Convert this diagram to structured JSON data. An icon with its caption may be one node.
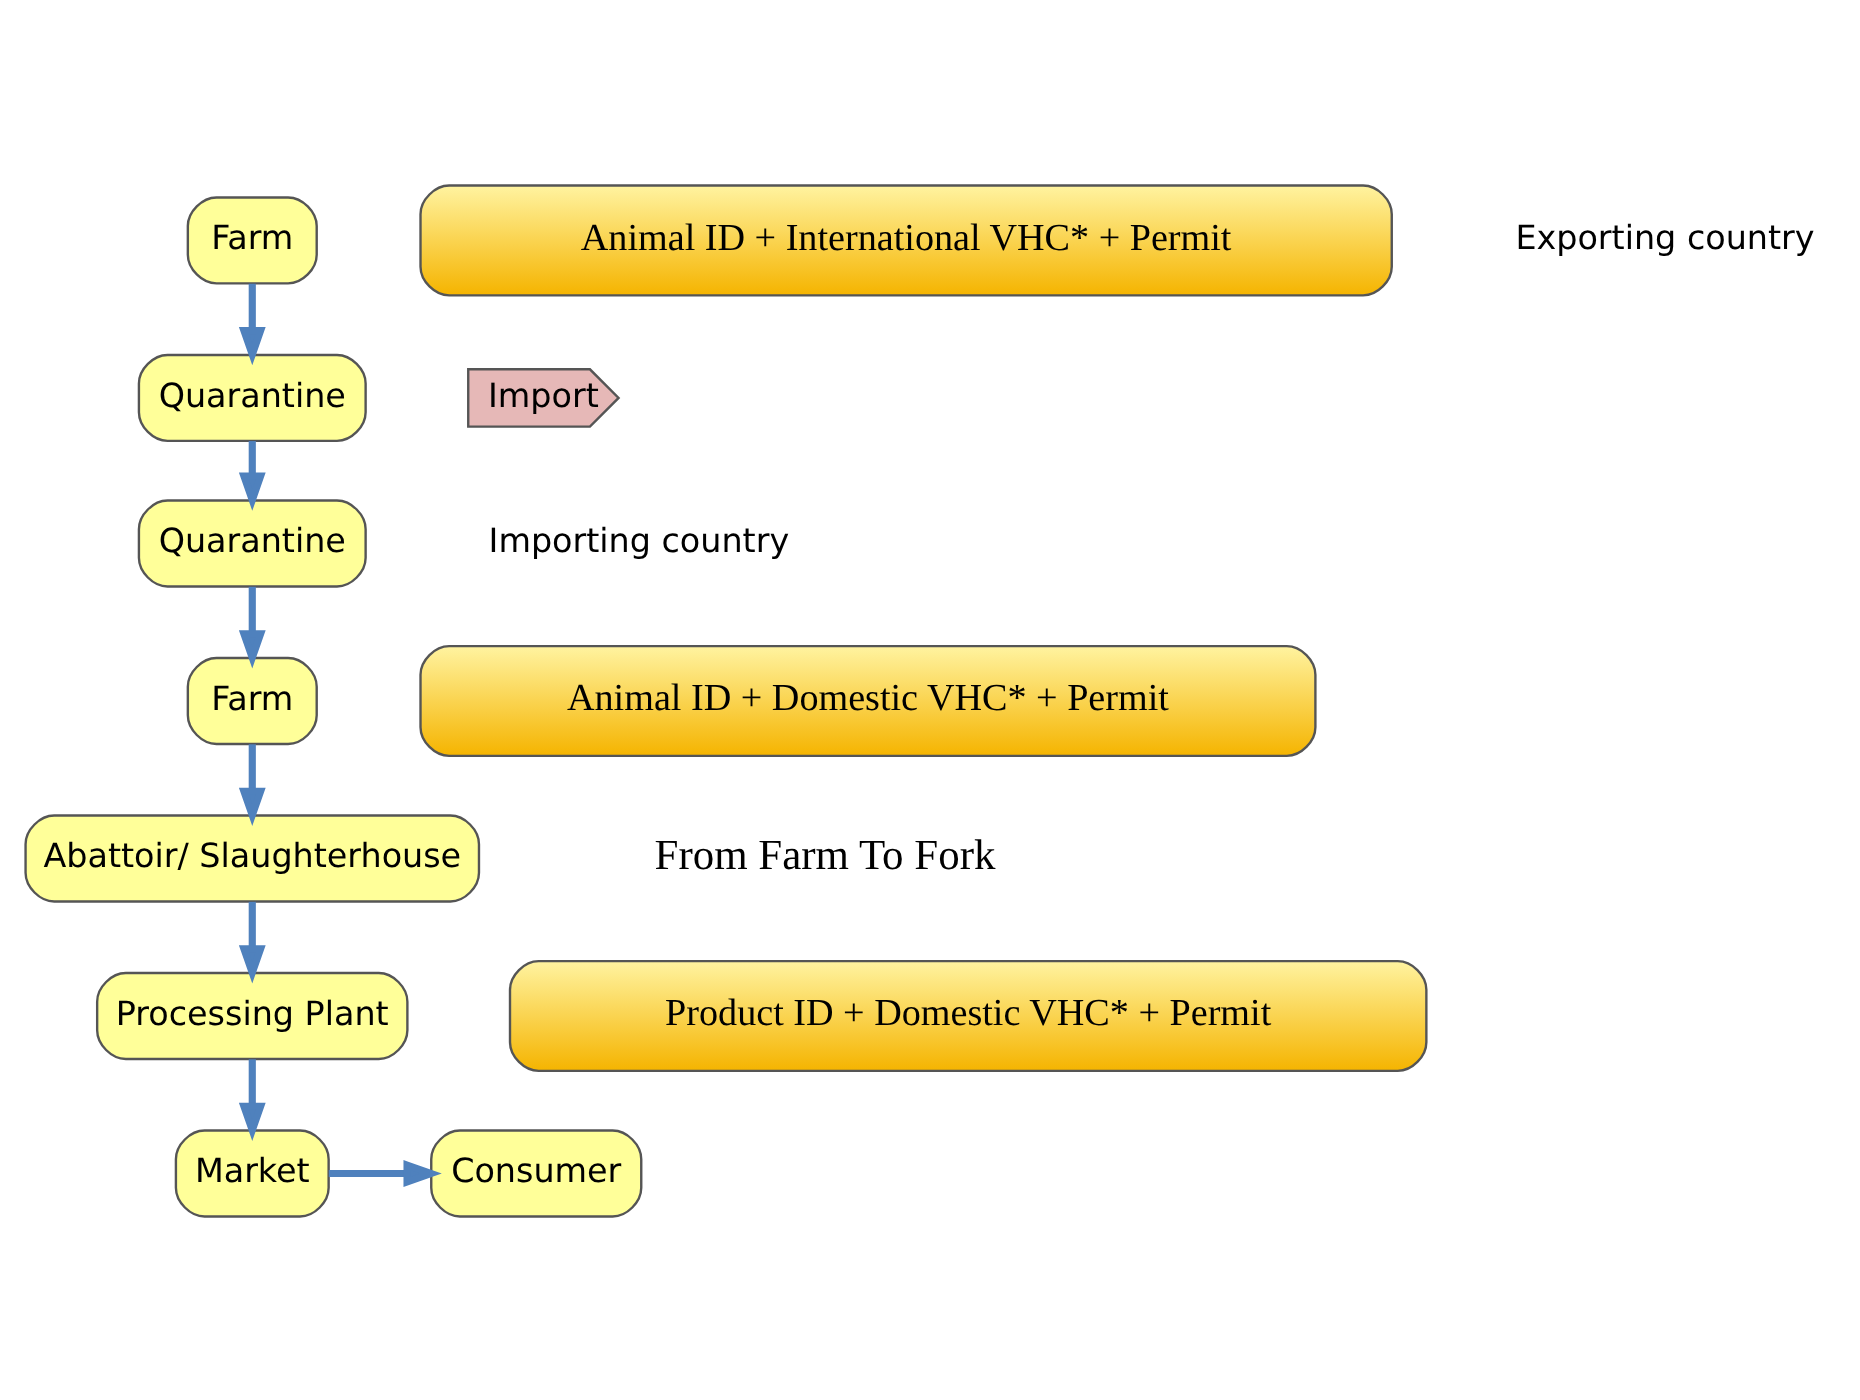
{
  "diagram": {
    "nodes": [
      {
        "text": [
          "Farm"
        ]
      },
      {
        "text": [
          "Quarantine"
        ]
      },
      {
        "text": [
          "Import"
        ]
      },
      {
        "text": [
          "Quarantine"
        ]
      },
      {
        "text": [
          "Farm"
        ]
      },
      {
        "text": [
          "Abattoir/ Slaughterhouse"
        ]
      },
      {
        "text": [
          "Processing Plant"
        ]
      },
      {
        "text": [
          "Market"
        ]
      },
      {
        "text": [
          "Consumer"
        ]
      },
      {
        "text": [
          "Animal ID + International VHC* + Permit"
        ]
      },
      {
        "text": [
          "Animal ID + Domestic VHC* + Permit"
        ]
      },
      {
        "text": [
          "Product ID + Domestic VHC* + Permit"
        ]
      }
    ],
    "edges": [
      {
        "from": 0,
        "to": 1,
        "arrow": "to"
      },
      {
        "from": 1,
        "to": 3,
        "arrow": "to"
      },
      {
        "from": 3,
        "to": 4,
        "arrow": "to"
      },
      {
        "from": 4,
        "to": 5,
        "arrow": "to"
      },
      {
        "from": 5,
        "to": 6,
        "arrow": "to"
      },
      {
        "from": 6,
        "to": 7,
        "arrow": "to"
      },
      {
        "from": 7,
        "to": 8,
        "arrow": "to"
      }
    ],
    "labels": [
      "Exporting country",
      "Importing country",
      "From Farm To Fork"
    ]
  }
}
